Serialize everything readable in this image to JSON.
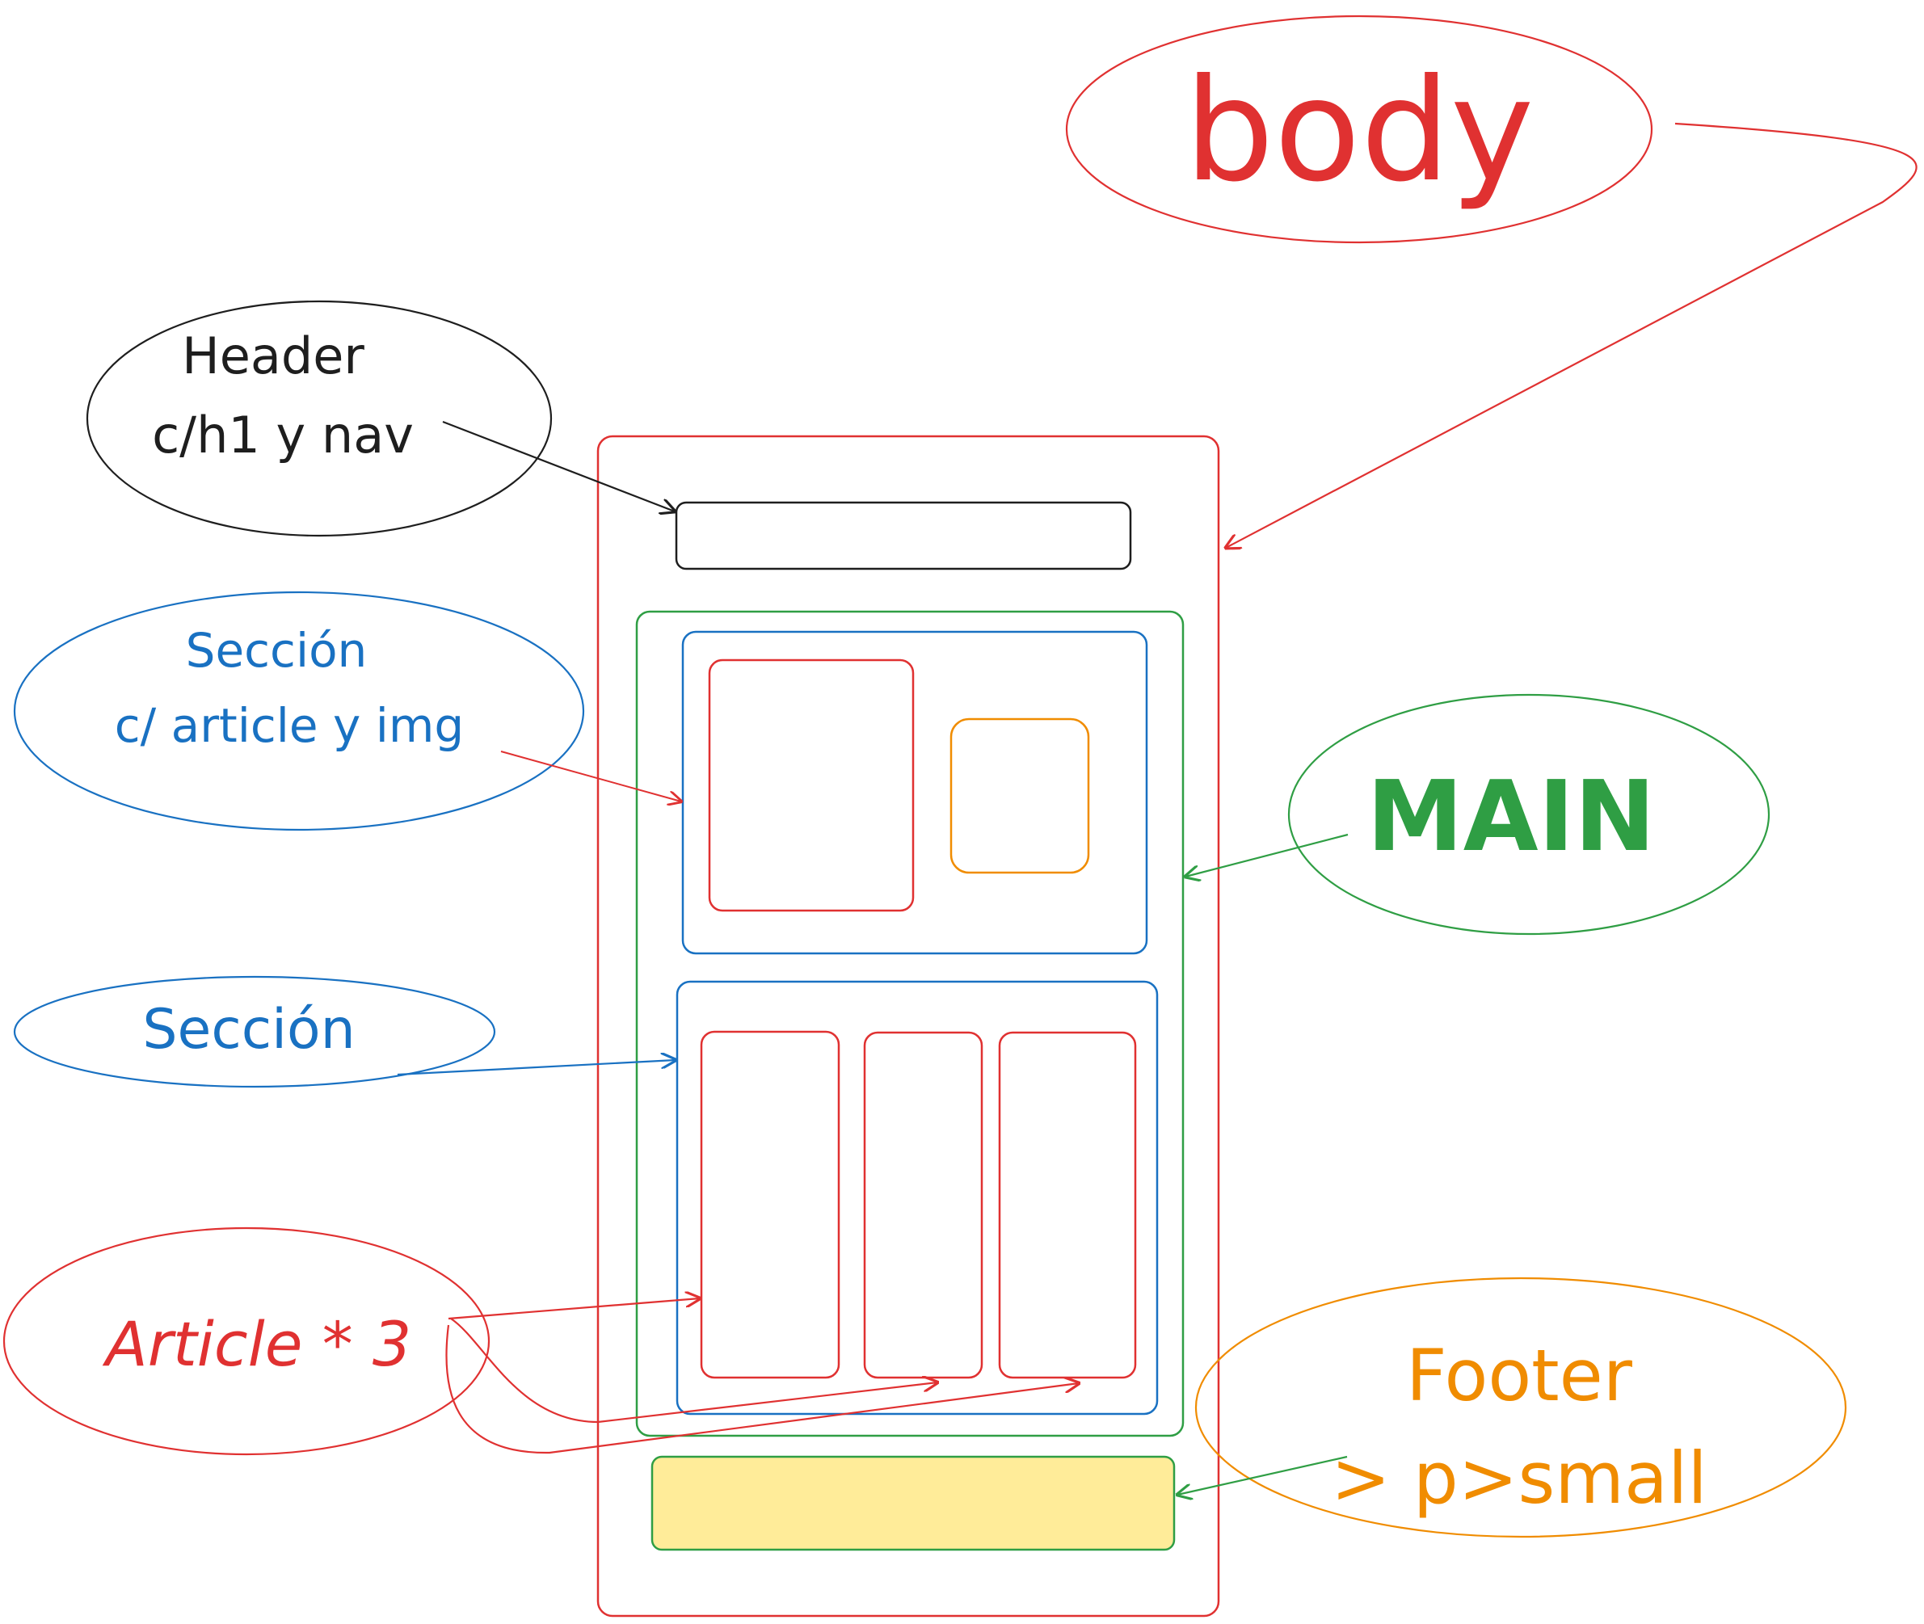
{
  "labels": {
    "body": "body",
    "header_line1": "Header",
    "header_line2": "c/h1 y nav",
    "seccion1_line1": "Sección",
    "seccion1_line2": "c/ article y img",
    "main": "MAIN",
    "seccion2": "Sección",
    "article": "Article * 3",
    "footer_line1": "Footer",
    "footer_line2": "> p>small"
  },
  "colors": {
    "red": "#e03131",
    "black": "#1e1e1e",
    "blue": "#1971c2",
    "green": "#2f9e44",
    "orange": "#f08c00",
    "footer_fill": "#ffec99"
  }
}
